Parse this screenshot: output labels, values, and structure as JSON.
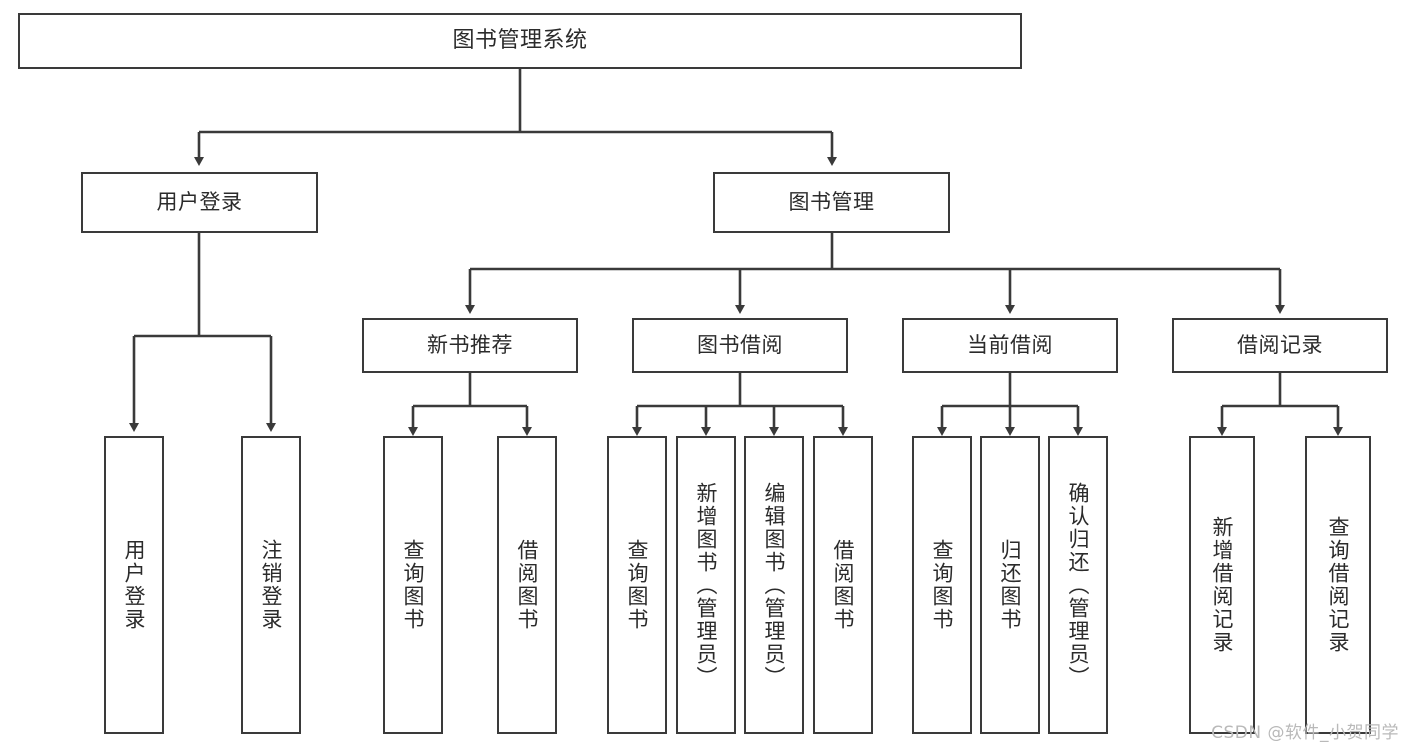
{
  "diagram": {
    "title": "图书管理系统",
    "type": "tree",
    "orientation": "top-down",
    "colors": {
      "background": "#ffffff",
      "box_fill": "#ffffff",
      "box_border": "#3a3a3a",
      "connector": "#3a3a3a",
      "text": "#2b2b2b",
      "watermark": "#b9b9b9"
    }
  },
  "nodes": {
    "root": {
      "label": "图书管理系统"
    },
    "level1": [
      {
        "id": "user-login",
        "label": "用户登录"
      },
      {
        "id": "book-manage",
        "label": "图书管理"
      }
    ],
    "level2": [
      {
        "id": "new-book-recommend",
        "label": "新书推荐"
      },
      {
        "id": "book-borrow",
        "label": "图书借阅"
      },
      {
        "id": "current-borrow",
        "label": "当前借阅"
      },
      {
        "id": "borrow-record",
        "label": "借阅记录"
      }
    ],
    "leaves": {
      "user-login": [
        {
          "id": "leaf-user-login",
          "label": "用户登录"
        },
        {
          "id": "leaf-logout",
          "label": "注销登录"
        }
      ],
      "new-book-recommend": [
        {
          "id": "leaf-query-book-1",
          "label": "查询图书"
        },
        {
          "id": "leaf-borrow-book-1",
          "label": "借阅图书"
        }
      ],
      "book-borrow": [
        {
          "id": "leaf-query-book-2",
          "label": "查询图书"
        },
        {
          "id": "leaf-add-book",
          "label": "新增图书（管理员）"
        },
        {
          "id": "leaf-edit-book",
          "label": "编辑图书（管理员）"
        },
        {
          "id": "leaf-borrow-book-2",
          "label": "借阅图书"
        }
      ],
      "current-borrow": [
        {
          "id": "leaf-query-book-3",
          "label": "查询图书"
        },
        {
          "id": "leaf-return-book",
          "label": "归还图书"
        },
        {
          "id": "leaf-confirm-return",
          "label": "确认归还（管理员）"
        }
      ],
      "borrow-record": [
        {
          "id": "leaf-add-record",
          "label": "新增借阅记录"
        },
        {
          "id": "leaf-query-record",
          "label": "查询借阅记录"
        }
      ]
    }
  },
  "watermark": {
    "text": "CSDN @软件_小贺同学"
  }
}
